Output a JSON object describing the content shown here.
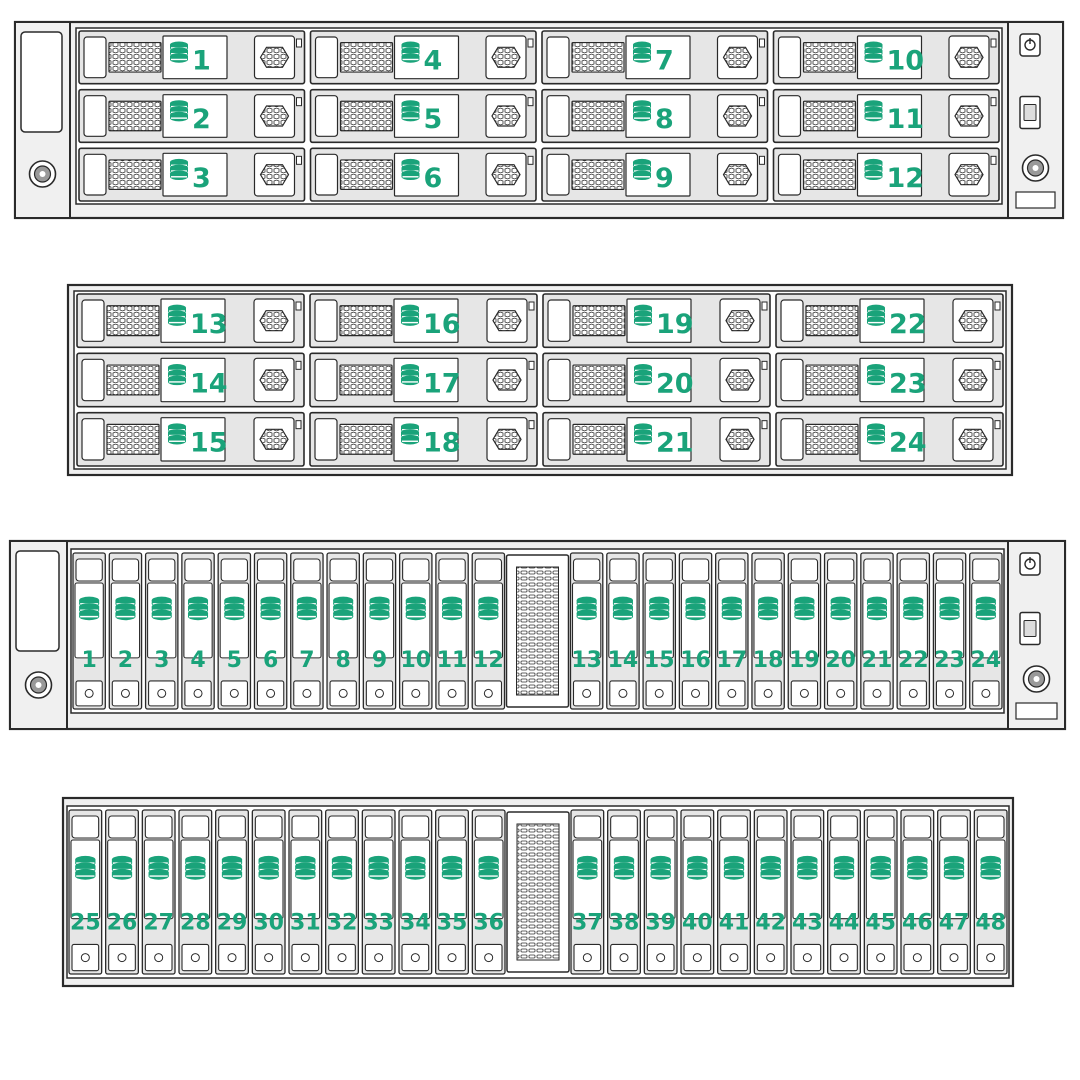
{
  "colors": {
    "accent": "#1aa37a",
    "outline": "#2a2a2a",
    "chassis_fill": "#f0f0f0",
    "bay_fill": "#e6e6e6",
    "label_fill": "#ffffff"
  },
  "icons": {
    "drive_status": "drive-stack-icon",
    "power": "power-button-icon",
    "usb": "usb-port-icon",
    "handle": "rack-ear-icon",
    "screw": "thumbscrew-icon",
    "latch": "drive-latch-icon",
    "vent": "honeycomb-vent-icon"
  },
  "enclosures": [
    {
      "id": "lff-primary",
      "type": "lff",
      "has_ears": true,
      "columns": [
        [
          "1",
          "2",
          "3"
        ],
        [
          "4",
          "5",
          "6"
        ],
        [
          "7",
          "8",
          "9"
        ],
        [
          "10",
          "11",
          "12"
        ]
      ]
    },
    {
      "id": "lff-expansion",
      "type": "lff",
      "has_ears": false,
      "columns": [
        [
          "13",
          "14",
          "15"
        ],
        [
          "16",
          "17",
          "18"
        ],
        [
          "19",
          "20",
          "21"
        ],
        [
          "22",
          "23",
          "24"
        ]
      ]
    },
    {
      "id": "sff-primary",
      "type": "sff",
      "has_ears": true,
      "left_bays": [
        "1",
        "2",
        "3",
        "4",
        "5",
        "6",
        "7",
        "8",
        "9",
        "10",
        "11",
        "12"
      ],
      "right_bays": [
        "13",
        "14",
        "15",
        "16",
        "17",
        "18",
        "19",
        "20",
        "21",
        "22",
        "23",
        "24"
      ]
    },
    {
      "id": "sff-expansion",
      "type": "sff",
      "has_ears": false,
      "left_bays": [
        "25",
        "26",
        "27",
        "28",
        "29",
        "30",
        "31",
        "32",
        "33",
        "34",
        "35",
        "36"
      ],
      "right_bays": [
        "37",
        "38",
        "39",
        "40",
        "41",
        "42",
        "43",
        "44",
        "45",
        "46",
        "47",
        "48"
      ]
    }
  ]
}
